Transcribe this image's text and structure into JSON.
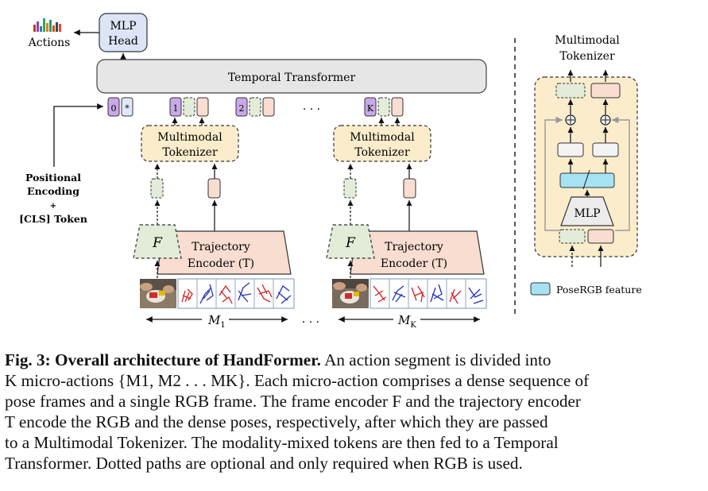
{
  "figure": {
    "actions_label": "Actions",
    "mlp_head_label": [
      "MLP",
      "Head"
    ],
    "temporal_transformer_label": "Temporal Transformer",
    "token_labels": [
      "0",
      "*",
      "1",
      "2",
      "K"
    ],
    "ellipsis": "· · ·",
    "tokenizer_label": [
      "Multimodal",
      "Tokenizer"
    ],
    "frame_encoder_label": "F",
    "trajectory_encoder_label": [
      "Trajectory",
      "Encoder (T)"
    ],
    "positional_label": [
      "Positional",
      "Encoding",
      "+",
      "[CLS] Token"
    ],
    "m1_label": "M",
    "m1_sub": "1",
    "mk_label": "M",
    "mk_sub": "K",
    "side_title": [
      "Multimodal",
      "Tokenizer"
    ],
    "side_mlp_label": "MLP",
    "legend_label": "PoseRGB feature"
  },
  "colors": {
    "purple_token": "#c9a9e8",
    "blue_token": "#dfe8f6",
    "green_token": "#e3ecd8",
    "peach_token": "#f8ddd0",
    "tokenizer_fill": "#fbeccb",
    "transformer_fill": "#e6e6e6",
    "mlp_head_fill": "#dbe5f5",
    "pose_rgb": "#a5e3f3",
    "hand_red": "#d42020",
    "hand_blue": "#1f2fc0"
  },
  "caption": {
    "label": "Fig. 3: Overall architecture of HandFormer.",
    "lines": [
      " An action segment is divided into",
      "K micro-actions {M1, M2 . . . MK}. Each micro-action comprises a dense sequence of",
      "pose frames and a single RGB frame. The frame encoder F and the trajectory encoder",
      "T encode the RGB and the dense poses, respectively, after which they are passed",
      "to a Multimodal Tokenizer. The modality-mixed tokens are then fed to a Temporal",
      "Transformer. Dotted paths are optional and only required when RGB is used."
    ]
  }
}
